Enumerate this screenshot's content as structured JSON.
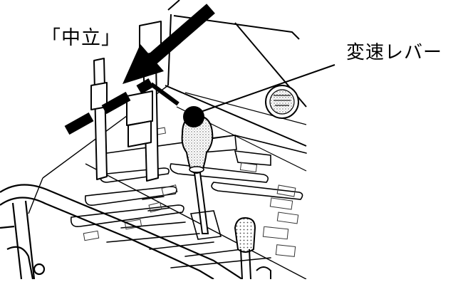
{
  "labels": {
    "neutral": "「中立」",
    "shift_lever": "変速レバー"
  },
  "colors": {
    "ink": "#000000",
    "background": "#ffffff",
    "knob_shade": "#cfcfcf"
  },
  "icons": {
    "neutral_arrow": "arrow-down-left",
    "neutral_line": "dashed-line",
    "knob_marker": "filled-circle"
  }
}
